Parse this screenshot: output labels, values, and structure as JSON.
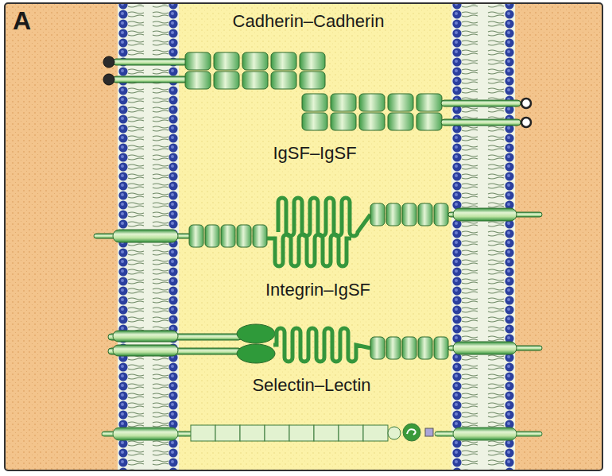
{
  "diagram": {
    "labels": [
      "A",
      "Cadherin–Cadherin",
      "IgSF–IgSF",
      "Integrin–IgSF",
      "Selectin–Lectin"
    ]
  }
}
